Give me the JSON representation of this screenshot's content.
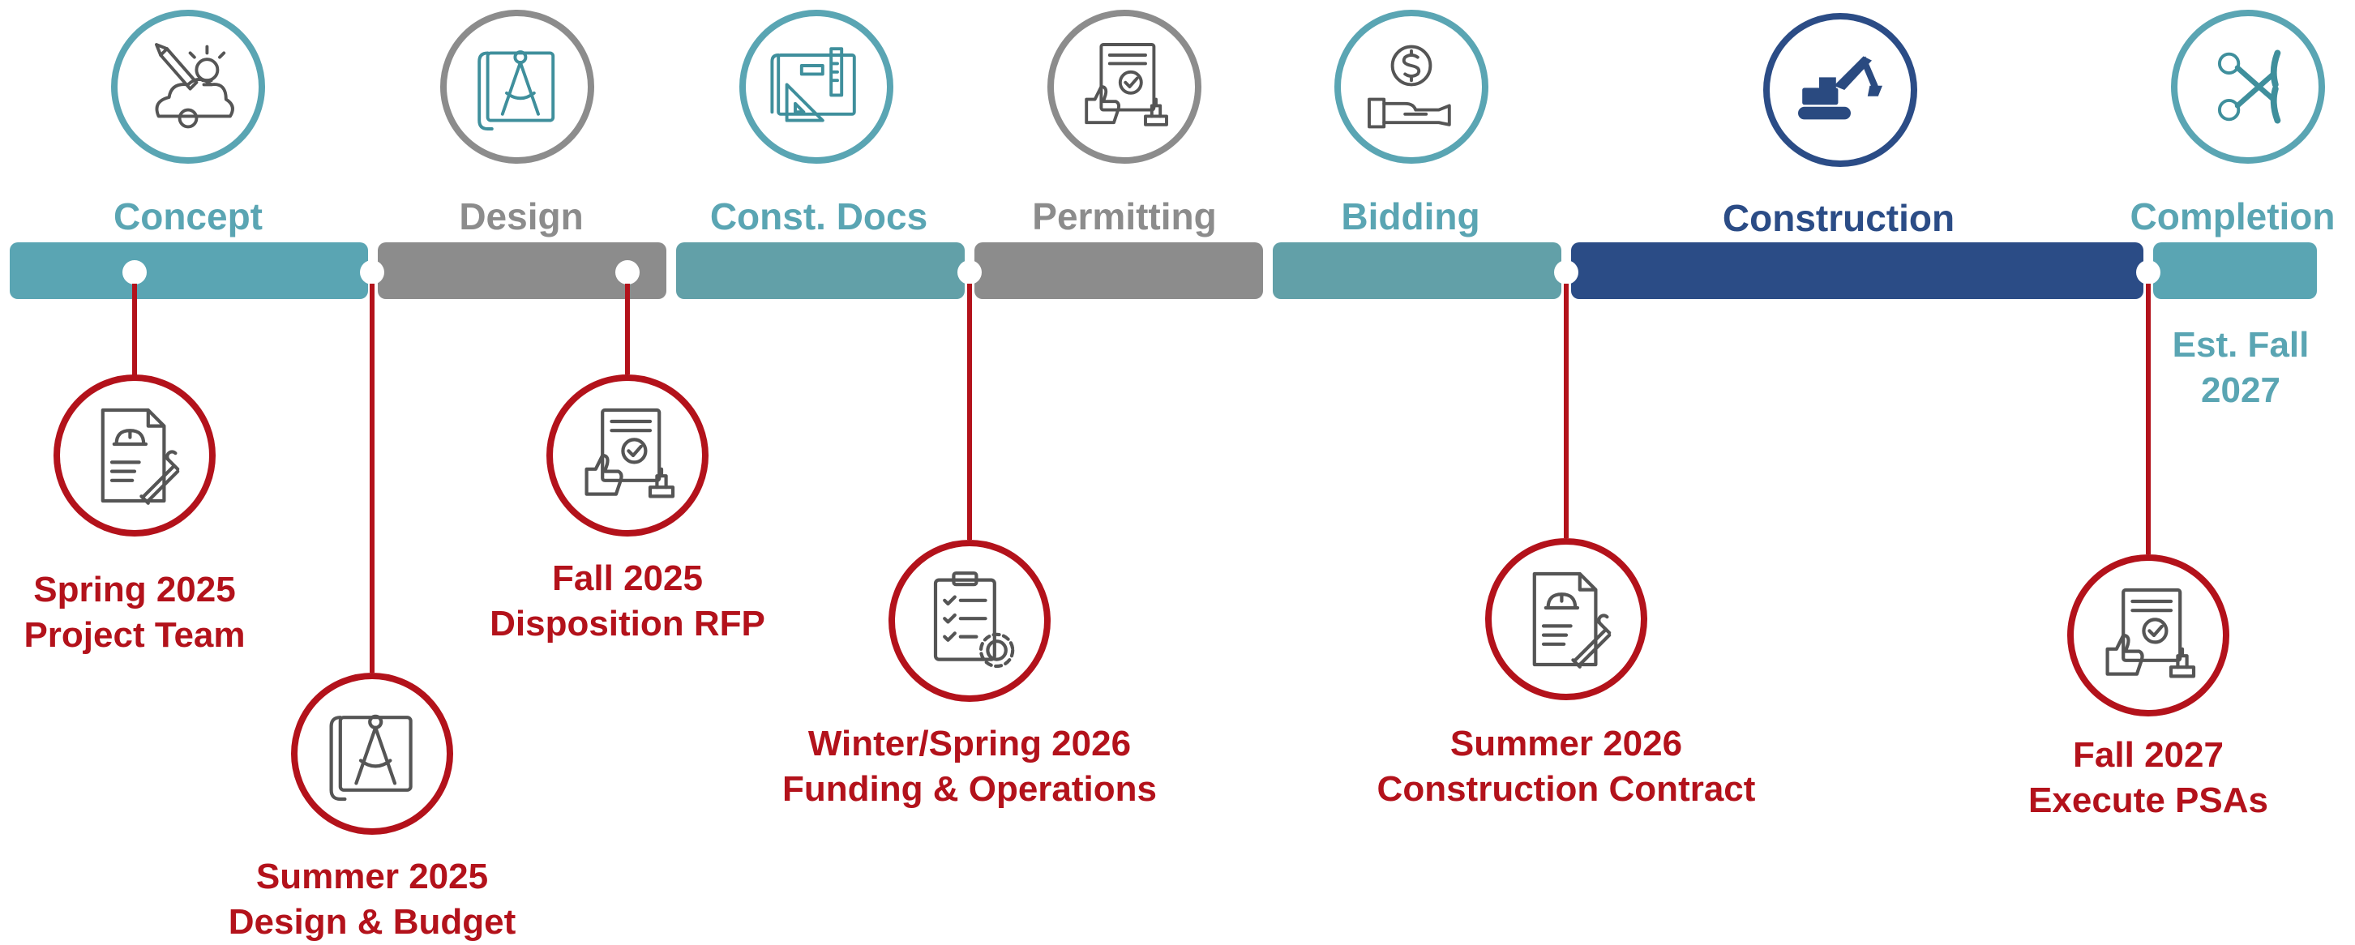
{
  "phases": [
    {
      "label": "Concept",
      "icon": "concept-icon",
      "color": "#5aa5b3"
    },
    {
      "label": "Design",
      "icon": "design-icon",
      "color": "#8c8c8c"
    },
    {
      "label": "Const. Docs",
      "icon": "blueprint-icon",
      "color": "#5aa5b3"
    },
    {
      "label": "Permitting",
      "icon": "permit-document-icon",
      "color": "#8c8c8c"
    },
    {
      "label": "Bidding",
      "icon": "money-hand-icon",
      "color": "#5aa5b3"
    },
    {
      "label": "Construction",
      "icon": "excavator-icon",
      "color": "#2b4c86"
    },
    {
      "label": "Completion",
      "icon": "ribbon-cutting-icon",
      "color": "#5aa5b3"
    }
  ],
  "completion_estimate": {
    "line1": "Est. Fall",
    "line2": "2027"
  },
  "milestones": [
    {
      "line1": "Spring 2025",
      "line2": "Project Team",
      "icon": "contract-icon"
    },
    {
      "line1": "Summer 2025",
      "line2": "Design & Budget",
      "icon": "design-icon"
    },
    {
      "line1": "Fall 2025",
      "line2": "Disposition RFP",
      "icon": "approval-icon"
    },
    {
      "line1": "Winter/Spring 2026",
      "line2": "Funding & Operations",
      "icon": "checklist-icon"
    },
    {
      "line1": "Summer 2026",
      "line2": "Construction Contract",
      "icon": "contract-icon"
    },
    {
      "line1": "Fall 2027",
      "line2": "Execute PSAs",
      "icon": "approval-icon"
    }
  ],
  "colors": {
    "teal": "#5aa5b3",
    "gray": "#8c8c8c",
    "navy": "#2b4c86",
    "red": "#b3121b"
  }
}
